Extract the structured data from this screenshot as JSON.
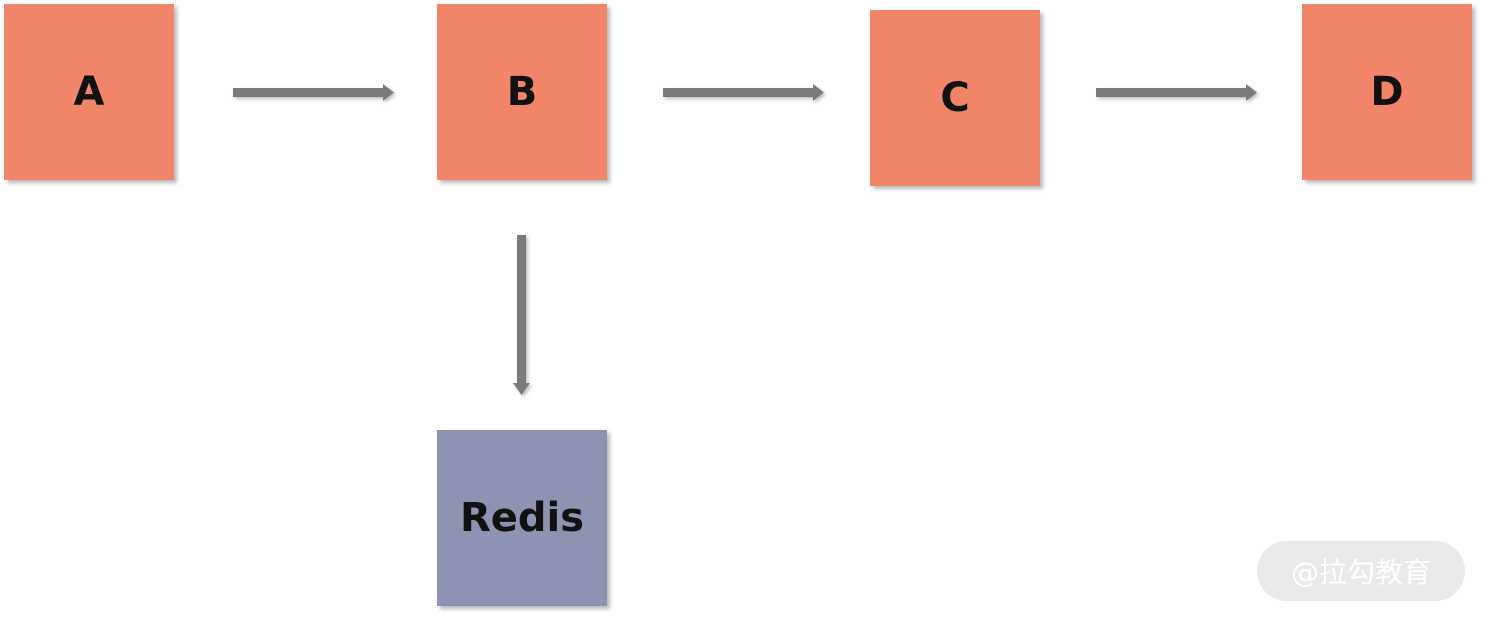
{
  "diagram": {
    "nodes": [
      {
        "id": "a",
        "label": "A",
        "color": "#f0856a"
      },
      {
        "id": "b",
        "label": "B",
        "color": "#f0856a"
      },
      {
        "id": "c",
        "label": "C",
        "color": "#f0856a"
      },
      {
        "id": "d",
        "label": "D",
        "color": "#f0856a"
      },
      {
        "id": "redis",
        "label": "Redis",
        "color": "#8e93b2"
      }
    ],
    "edges": [
      {
        "from": "A",
        "to": "B"
      },
      {
        "from": "B",
        "to": "C"
      },
      {
        "from": "C",
        "to": "D"
      },
      {
        "from": "B",
        "to": "Redis"
      }
    ],
    "arrow_color": "#7a7a7a"
  },
  "watermark": {
    "text": "@拉勾教育"
  }
}
